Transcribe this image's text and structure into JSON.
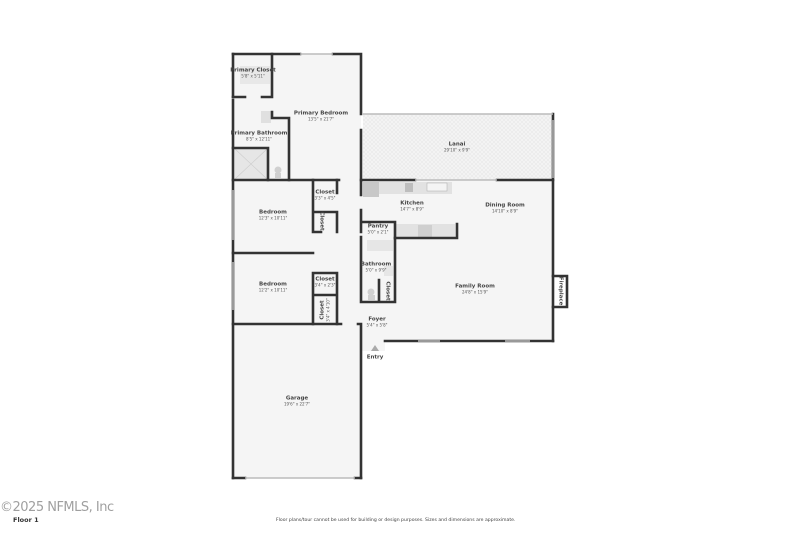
{
  "floor_label": "Floor 1",
  "disclaimer": "Floor plans/tour cannot be used for building or design purposes. Sizes and dimensions are approximate.",
  "watermark": "©2025 NFMLS, Inc",
  "rooms": {
    "primary_closet": {
      "name": "Primary Closet",
      "dims": "5'8\" x 5'11\""
    },
    "primary_bedroom": {
      "name": "Primary Bedroom",
      "dims": "13'5\" x 21'7\""
    },
    "primary_bathroom": {
      "name": "Primary Bathroom",
      "dims": "8'5\" x 12'11\""
    },
    "lanai": {
      "name": "Lanai",
      "dims": "29'10\" x 9'9\""
    },
    "kitchen": {
      "name": "Kitchen",
      "dims": "14'7\" x 8'9\""
    },
    "dining_room": {
      "name": "Dining Room",
      "dims": "14'10\" x 8'9\""
    },
    "closet_1": {
      "name": "Closet",
      "dims": "3'3\" x 4'5\""
    },
    "closet_2": {
      "name": "Closet"
    },
    "bedroom_1": {
      "name": "Bedroom",
      "dims": "12'3\" x 10'11\""
    },
    "bedroom_2": {
      "name": "Bedroom",
      "dims": "12'2\" x 10'11\""
    },
    "closet_3": {
      "name": "Closet",
      "dims": "3'4\" x 2'3\""
    },
    "closet_4": {
      "name": "Closet",
      "dims": "3'4\" x 4'10\""
    },
    "pantry": {
      "name": "Pantry",
      "dims": "5'0\" x 2'1\""
    },
    "bathroom": {
      "name": "Bathroom",
      "dims": "5'0\" x 9'9\""
    },
    "closet_5": {
      "name": "Closet"
    },
    "family_room": {
      "name": "Family Room",
      "dims": "24'8\" x 15'9\""
    },
    "fireplace": {
      "name": "Fireplace"
    },
    "foyer": {
      "name": "Foyer",
      "dims": "5'4\" x 5'8\""
    },
    "entry": {
      "name": "Entry"
    },
    "garage": {
      "name": "Garage",
      "dims": "19'6\" x 22'7\""
    }
  },
  "colors": {
    "wall": "#333333",
    "floor": "#f5f5f5",
    "fixture": "#d6d6d6"
  }
}
